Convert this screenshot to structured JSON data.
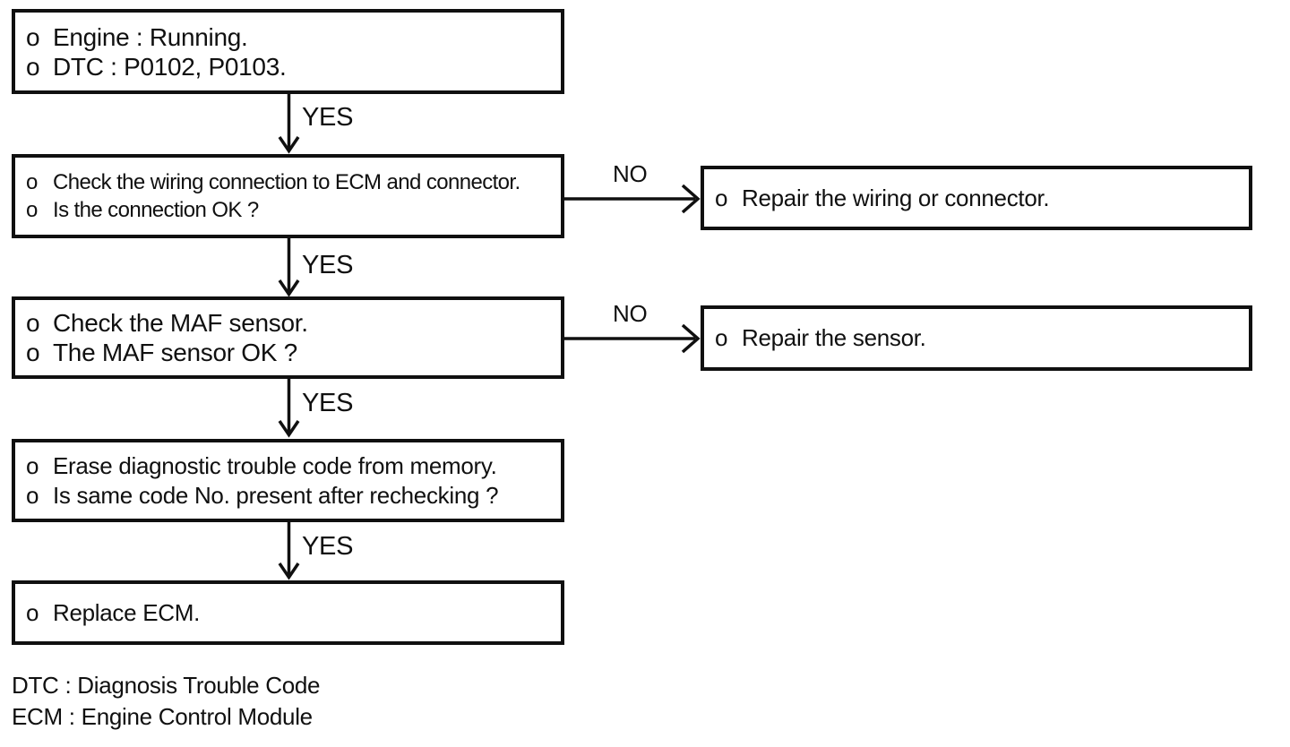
{
  "page": {
    "background": "#ffffff",
    "ink": "#101010"
  },
  "flowchart": {
    "bullet": "o",
    "labels": {
      "yes": "YES",
      "no": "NO"
    },
    "steps": [
      {
        "lines": [
          "Engine : Running.",
          "DTC : P0102, P0103."
        ]
      },
      {
        "lines": [
          "Check the wiring connection to ECM and connector.",
          "Is the connection OK ?"
        ]
      },
      {
        "lines": [
          "Check the MAF sensor.",
          "The MAF sensor OK ?"
        ]
      },
      {
        "lines": [
          "Erase diagnostic trouble code from memory.",
          "Is same code No. present after rechecking ?"
        ]
      },
      {
        "lines": [
          "Replace ECM."
        ]
      }
    ],
    "no_actions": [
      {
        "lines": [
          "Repair the wiring or connector."
        ]
      },
      {
        "lines": [
          "Repair the sensor."
        ]
      }
    ],
    "legend": [
      "DTC : Diagnosis Trouble Code",
      "ECM : Engine Control Module"
    ]
  }
}
